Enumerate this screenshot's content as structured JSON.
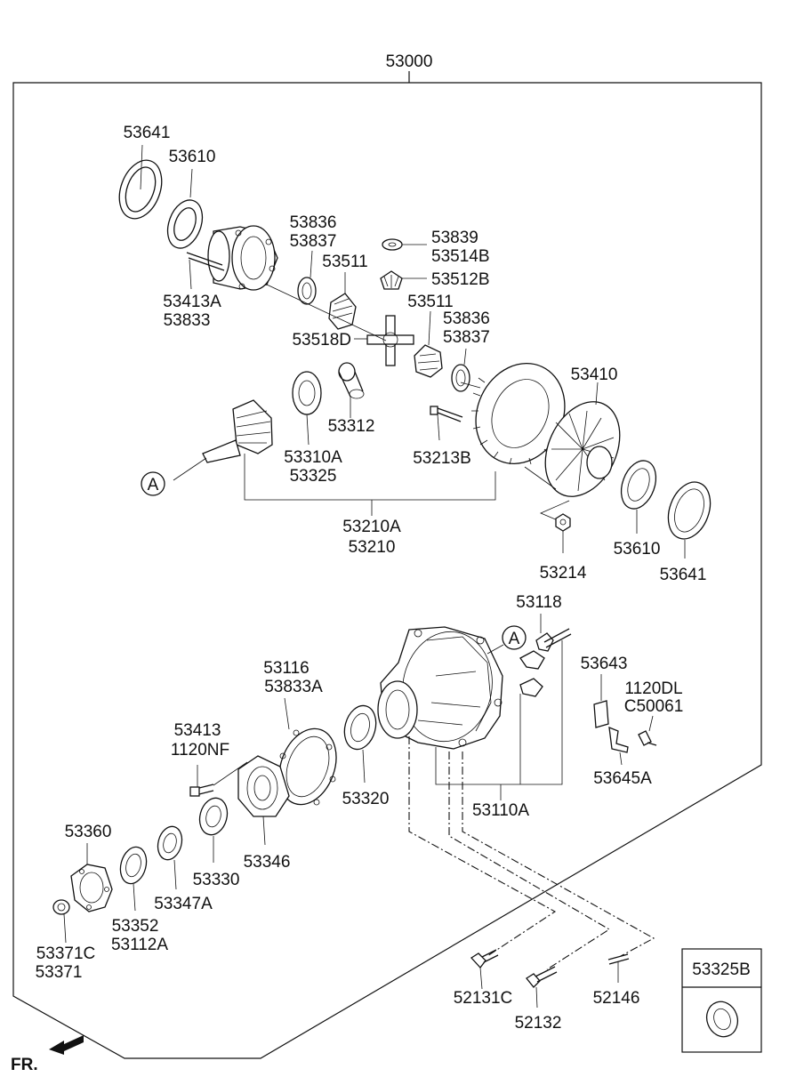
{
  "assembly_label": "53000",
  "callouts": {
    "a_upper": "A",
    "a_lower": "A"
  },
  "labels": {
    "p53641_top": "53641",
    "p53610_top": "53610",
    "p53413A": "53413A",
    "p53833": "53833",
    "p53836_a": "53836",
    "p53837_a": "53837",
    "p53511_a": "53511",
    "p53839": "53839",
    "p53514B": "53514B",
    "p53512B": "53512B",
    "p53511_b": "53511",
    "p53836_b": "53836",
    "p53837_b": "53837",
    "p53518D": "53518D",
    "p53410": "53410",
    "p53312": "53312",
    "p53310A": "53310A",
    "p53325": "53325",
    "p53213B": "53213B",
    "p53210A": "53210A",
    "p53210": "53210",
    "p53214": "53214",
    "p53610_bottom": "53610",
    "p53641_bottom": "53641",
    "p53118": "53118",
    "p53643": "53643",
    "p1120DL": "1120DL",
    "pC50061": "C50061",
    "p53645A": "53645A",
    "p53116": "53116",
    "p53833A": "53833A",
    "p53413": "53413",
    "p1120NF": "1120NF",
    "p53320": "53320",
    "p53110A": "53110A",
    "p53360": "53360",
    "p53346": "53346",
    "p53330": "53330",
    "p53347A": "53347A",
    "p53352": "53352",
    "p53112A": "53112A",
    "p53371C": "53371C",
    "p53371": "53371",
    "p52131C": "52131C",
    "p52132": "52132",
    "p52146": "52146",
    "p53325B": "53325B"
  },
  "direction_label": "FR."
}
